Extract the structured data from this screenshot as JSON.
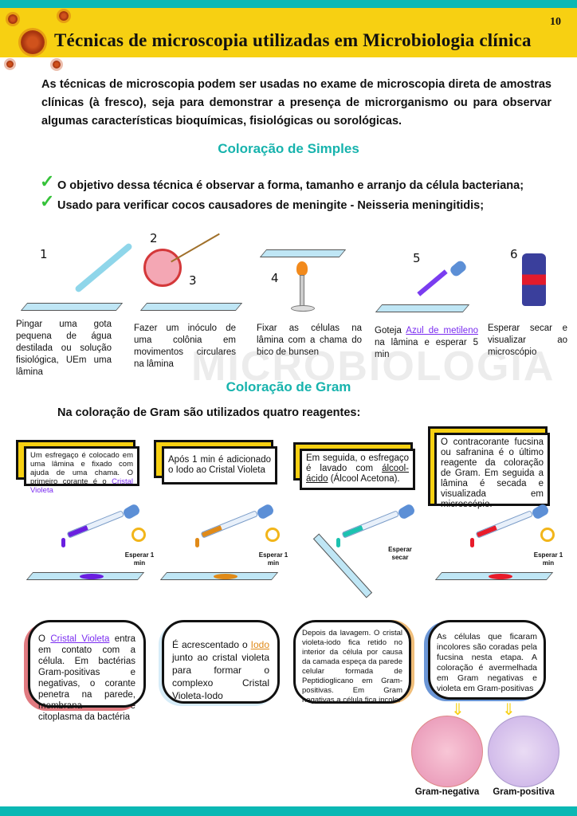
{
  "header": {
    "title": "Técnicas de microscopia utilizadas em Microbiologia clínica",
    "page_number": "10"
  },
  "intro": "As técnicas de microscopia podem ser usadas no exame de microscopia direta de amostras clínicas (à fresco), seja para demonstrar a presença de microrganismo ou para observar algumas características bioquímicas, fisiológicas ou sorológicas.",
  "simple": {
    "title": "Coloração de Simples",
    "bullets": [
      "O objetivo dessa técnica é observar a forma, tamanho e arranjo da célula bacteriana;",
      "Usado para verificar cocos causadores de meningite - Neisseria meningitidis;"
    ],
    "steps": [
      {
        "num": "1",
        "text": "Pingar uma gota pequena de água destilada ou solução fisiológica, UEm uma lâmina"
      },
      {
        "num": "2",
        "num2": "3",
        "text": "Fazer um inóculo de uma colônia em movimentos circulares na lâmina"
      },
      {
        "num": "4",
        "text": "Fixar as células na lâmina com a chama do bico de bunsen"
      },
      {
        "num": "5",
        "pre": "Goteja ",
        "link": "Azul de metileno",
        "post": " na lâmina e esperar 5 min"
      },
      {
        "num": "6",
        "text": "Esperar secar e visualizar ao microscópio"
      }
    ]
  },
  "gram": {
    "title": "Coloração de Gram",
    "subtitle": "Na coloração de Gram são utilizados quatro reagentes:",
    "watermark": "MICROBIOLOGIA",
    "boxes": [
      {
        "pre": "Um esfregaço é colocado em uma lâmina e fixado com ajuda de uma chama. O primeiro corante é o ",
        "link": "Cristal Violeta"
      },
      {
        "text": "Após 1 min é adicionado o Iodo ao Cristal Violeta"
      },
      {
        "pre": "Em seguida, o esfregaço é lavado com ",
        "link": "álcool-ácido",
        "post": " (Álcool Acetona)."
      },
      {
        "text": "O contracorante fucsina ou safranina é o último reagente da coloração de Gram. Em seguida a lâmina é secada e visualizada em microscópio."
      }
    ],
    "waits": [
      "Esperar 1 min",
      "Esperar 1 min",
      "Esperar secar",
      "Esperar 1 min"
    ],
    "reagent_colors": [
      "#6a1fe0",
      "#e08a18",
      "#1cc2b0",
      "#e81b2a"
    ],
    "bubbles": [
      {
        "pre": "O ",
        "link": "Cristal Violeta",
        "post": " entra em contato com a célula. Em bactérias Gram-positivas e negativas, o corante penetra na parede, membrana e citoplasma da bactéria"
      },
      {
        "pre": "É acrescentado o ",
        "link": "Iodo",
        "post": " junto ao cristal violeta para formar o complexo Cristal Violeta-Iodo"
      },
      {
        "text": "Depois da lavagem. O cristal violeta-iodo fica retido no interior da célula por causa da camada espeça da parede celular formada de Peptidioglicano em Gram-positivas. Em Gram negativas a célula fica incolor"
      },
      {
        "text": "As células que ficaram incolores são coradas pela fucsina nesta etapa. A coloração é avermelhada em Gram negativas e violeta em Gram-positivas"
      }
    ],
    "results": [
      "Gram-negativa",
      "Gram-positiva"
    ]
  }
}
